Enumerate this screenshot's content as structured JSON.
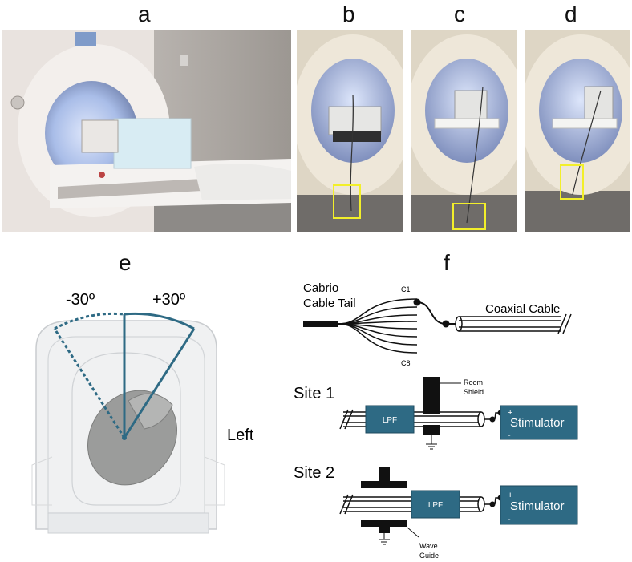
{
  "panels": {
    "a": "a",
    "b": "b",
    "c": "c",
    "d": "d",
    "e": "e",
    "f": "f"
  },
  "panel_e": {
    "angle_neg": "-30º",
    "angle_pos": "+30º",
    "side_label": "Left"
  },
  "panel_f": {
    "cable_tail": "Cabrio\nCable Tail",
    "cable_tail_line1": "Cabrio",
    "cable_tail_line2": "Cable Tail",
    "c1": "C1",
    "c8": "C8",
    "coax": "Coaxial Cable",
    "site1": "Site 1",
    "site2": "Site 2",
    "room_shield_1": "Room",
    "room_shield_2": "Shield",
    "lpf": "LPF",
    "stimulator": "Stimulator",
    "plus": "+",
    "minus": "-",
    "wave_guide_1": "Wave",
    "wave_guide_2": "Guide"
  },
  "colors": {
    "accent": "#2e6a84",
    "highlight": "#f2ef2a"
  }
}
